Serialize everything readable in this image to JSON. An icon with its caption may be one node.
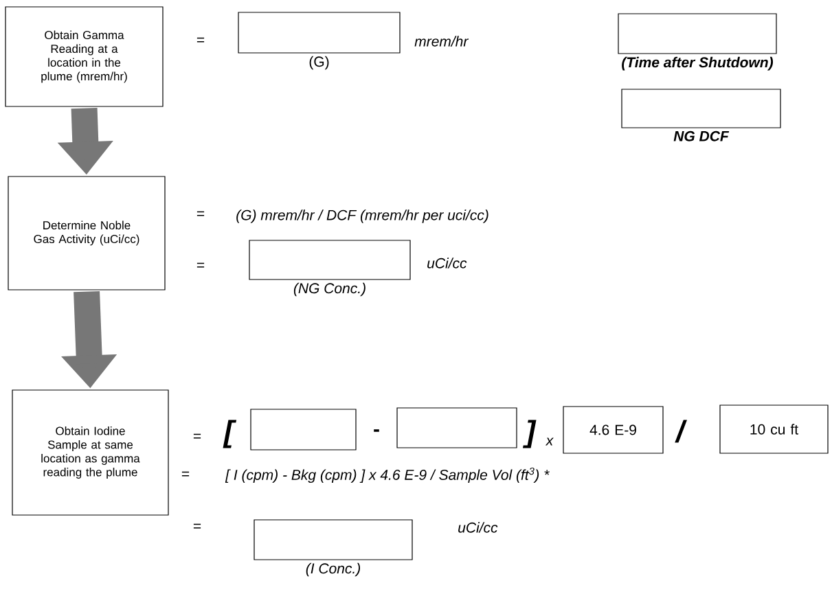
{
  "diagram": {
    "nodes": [
      {
        "text": [
          "Obtain Gamma Reading at a location in the plume (mrem/hr)"
        ]
      },
      {
        "text": [
          "Determine Noble Gas Activity (uCi/cc)"
        ]
      },
      {
        "text": [
          "Obtain Iodine Sample at same location as gamma reading the plume"
        ]
      },
      {
        "text": [],
        "shape": "box",
        "beside": [
          "(G)"
        ]
      },
      {
        "text": [],
        "shape": "box",
        "beside": [
          "(Time after Shutdown)"
        ]
      },
      {
        "text": [],
        "shape": "box",
        "beside": [
          "NG DCF"
        ]
      },
      {
        "text": [],
        "shape": "box",
        "beside": [
          "(NG Conc.)"
        ]
      },
      {
        "text": [],
        "shape": "box"
      },
      {
        "text": [],
        "shape": "box"
      },
      {
        "text": [
          "4.6 E-9"
        ]
      },
      {
        "text": [
          "10 cu ft"
        ]
      },
      {
        "text": [],
        "shape": "box",
        "beside": [
          "(I  Conc.)"
        ]
      }
    ],
    "edges": [
      {
        "from": 0,
        "to": 1,
        "arrow": "to"
      },
      {
        "from": 1,
        "to": 2,
        "arrow": "to"
      }
    ],
    "labels": [
      "=",
      "mrem/hr",
      "=",
      "(G)  mrem/hr  /  DCF (mrem/hr per uci/cc)",
      "=",
      "uCi/cc",
      "=",
      "[",
      "-",
      "]",
      "x",
      "/",
      "=",
      "[ I (cpm)  - Bkg (cpm) ]  x 4.6 E-9 / Sample Vol (ft$^{3}$) *",
      "=",
      "uCi/cc"
    ]
  }
}
